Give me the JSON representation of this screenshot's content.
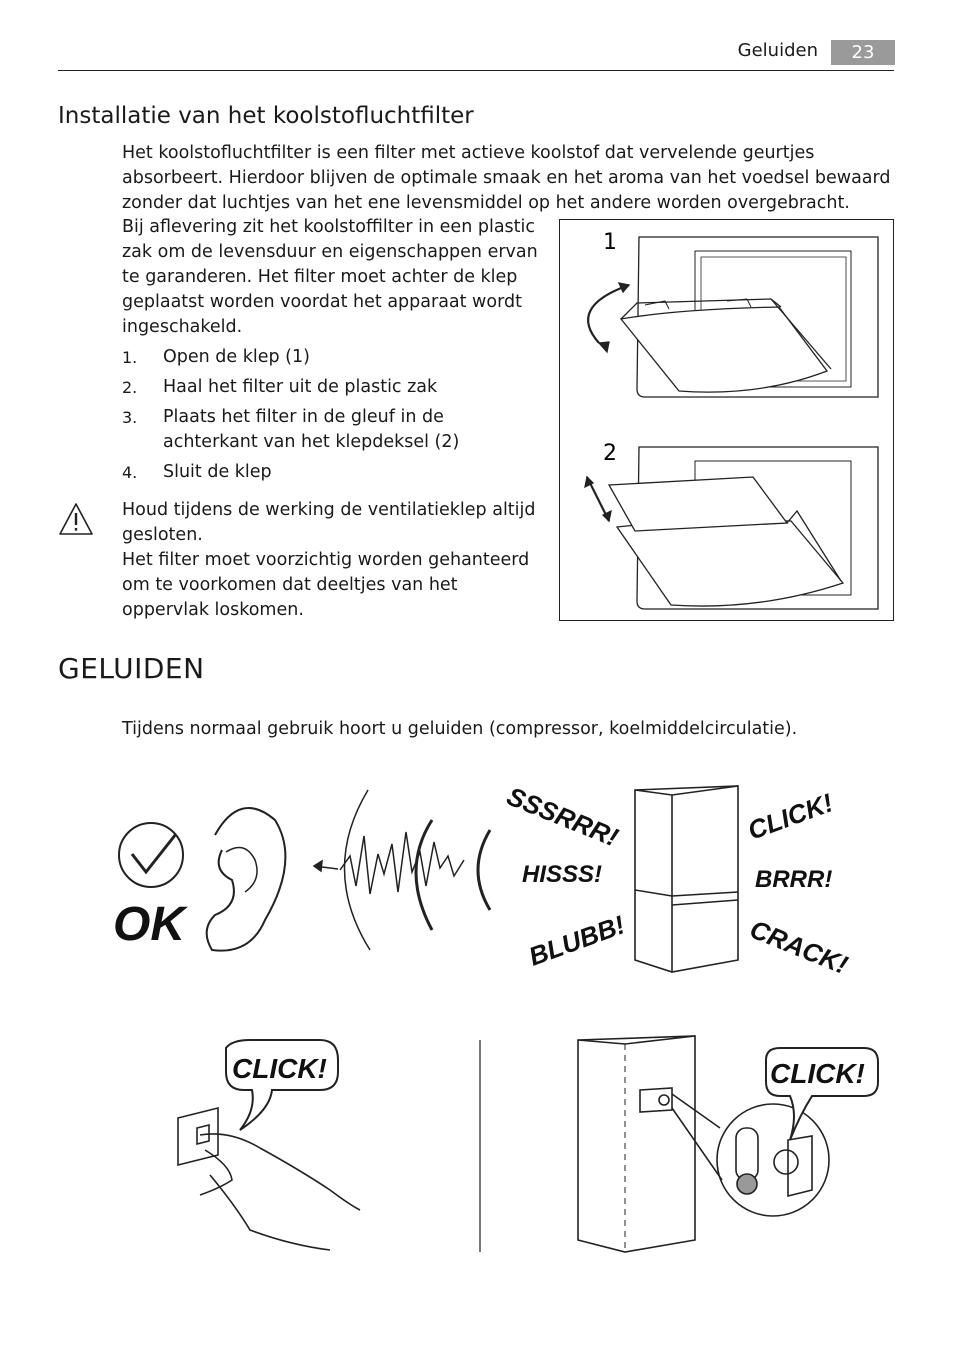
{
  "header": {
    "section": "Geluiden",
    "page_number": "23"
  },
  "filter_section": {
    "heading": "Installatie van het koolstofluchtfilter",
    "intro": "Het koolstofluchtfilter is een filter met actieve koolstof dat vervelende geurtjes absorbeert. Hierdoor blijven de optimale smaak en het aroma van het voedsel bewaard zonder dat luchtjes van het ene levensmiddel op het andere worden overgebracht.",
    "delivery": "Bij aflevering zit het koolstoffilter in een plastic zak om de levensduur en eigenschappen ervan te garanderen. Het filter moet achter de klep geplaatst worden voordat het apparaat wordt ingeschakeld.",
    "steps": [
      {
        "num": "1.",
        "text": "Open de klep (1)"
      },
      {
        "num": "2.",
        "text": "Haal het filter uit de plastic zak"
      },
      {
        "num": "3.",
        "text": "Plaats het filter in de gleuf in de achterkant van het klepdeksel (2)"
      },
      {
        "num": "4.",
        "text": "Sluit de klep"
      }
    ],
    "warning": "Houd tijdens de werking de ventilatieklep altijd gesloten.\nHet filter moet voorzichtig worden gehanteerd om te voorkomen dat deeltjes van het oppervlak loskomen.",
    "figure_labels": [
      "1",
      "2"
    ]
  },
  "sounds_section": {
    "heading": "GELUIDEN",
    "intro": "Tijdens normaal gebruik hoort u geluiden (compressor, koelmiddelcirculatie).",
    "ok_label": "OK",
    "noises": [
      "SSSRRR!",
      "CLICK!",
      "HISSS!",
      "BRRR!",
      "BLUBB!",
      "CRACK!"
    ],
    "click_left": "CLICK!",
    "click_right": "CLICK!"
  }
}
